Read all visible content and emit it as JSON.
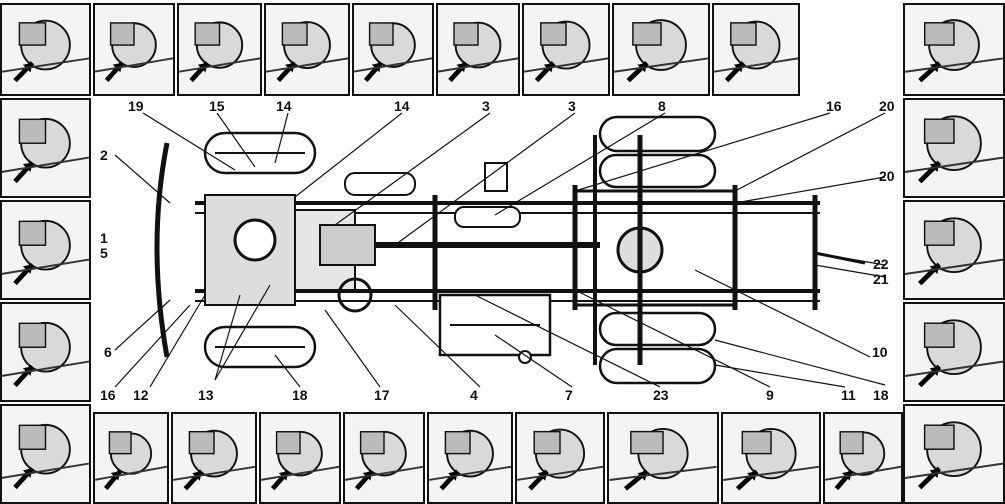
{
  "diagram": {
    "callouts": [
      {
        "id": "c19a",
        "label": "19"
      },
      {
        "id": "c15",
        "label": "15"
      },
      {
        "id": "c14a",
        "label": "14"
      },
      {
        "id": "c14b",
        "label": "14"
      },
      {
        "id": "c3a",
        "label": "3"
      },
      {
        "id": "c3b",
        "label": "3"
      },
      {
        "id": "c8",
        "label": "8"
      },
      {
        "id": "c16a",
        "label": "16"
      },
      {
        "id": "c20a",
        "label": "20"
      },
      {
        "id": "c2",
        "label": "2"
      },
      {
        "id": "c20b",
        "label": "20"
      },
      {
        "id": "c1",
        "label": "1"
      },
      {
        "id": "c5",
        "label": "5"
      },
      {
        "id": "c22",
        "label": "22"
      },
      {
        "id": "c21",
        "label": "21"
      },
      {
        "id": "c6",
        "label": "6"
      },
      {
        "id": "c10",
        "label": "10"
      },
      {
        "id": "c18a",
        "label": "18"
      },
      {
        "id": "c16b",
        "label": "16"
      },
      {
        "id": "c12",
        "label": "12"
      },
      {
        "id": "c13",
        "label": "13"
      },
      {
        "id": "c18b",
        "label": "18"
      },
      {
        "id": "c17",
        "label": "17"
      },
      {
        "id": "c4",
        "label": "4"
      },
      {
        "id": "c7",
        "label": "7"
      },
      {
        "id": "c23",
        "label": "23"
      },
      {
        "id": "c9",
        "label": "9"
      },
      {
        "id": "c11",
        "label": "11"
      }
    ]
  }
}
